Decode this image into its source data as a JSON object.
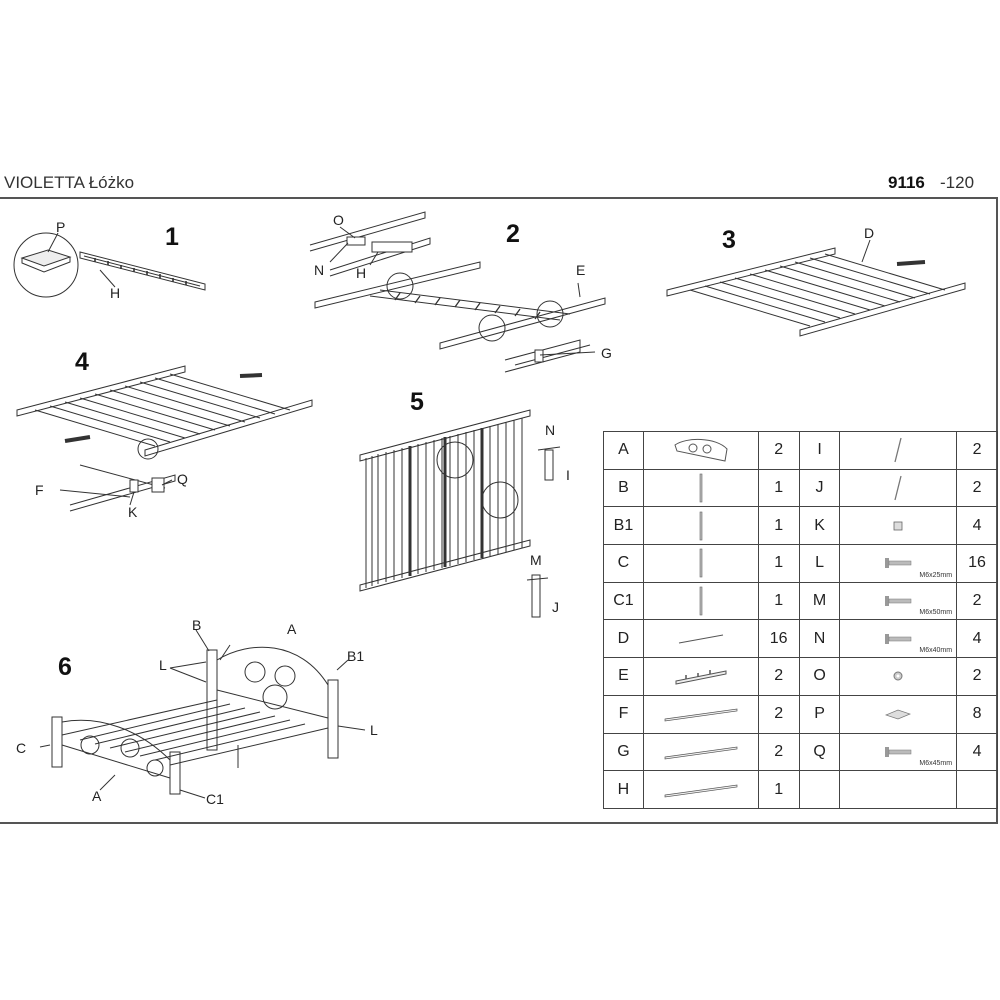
{
  "header": {
    "product_name": "VIOLETTA Łóżko",
    "code": "9116",
    "size_suffix": "-120"
  },
  "steps": [
    "1",
    "2",
    "3",
    "4",
    "5",
    "6"
  ],
  "callouts": {
    "step1": [
      "P",
      "H"
    ],
    "step2": [
      "O",
      "N",
      "H",
      "E",
      "G"
    ],
    "step3": [
      "D"
    ],
    "step4": [
      "F",
      "Q",
      "K"
    ],
    "step5": [
      "N",
      "I",
      "M",
      "J"
    ],
    "step6": [
      "B",
      "A",
      "B1",
      "L",
      "L",
      "C",
      "A",
      "C1"
    ]
  },
  "parts": {
    "rows": [
      {
        "left": {
          "code": "A",
          "qty": "2",
          "icon": "headboard-icon"
        },
        "right": {
          "code": "I",
          "qty": "2",
          "icon": "screw-icon"
        }
      },
      {
        "left": {
          "code": "B",
          "qty": "1",
          "icon": "post-icon"
        },
        "right": {
          "code": "J",
          "qty": "2",
          "icon": "screw-icon"
        }
      },
      {
        "left": {
          "code": "B1",
          "qty": "1",
          "icon": "post-icon"
        },
        "right": {
          "code": "K",
          "qty": "4",
          "icon": "bracket-icon"
        }
      },
      {
        "left": {
          "code": "C",
          "qty": "1",
          "icon": "post-icon"
        },
        "right": {
          "code": "L",
          "qty": "16",
          "icon": "bolt-icon",
          "size": "M6x25mm"
        }
      },
      {
        "left": {
          "code": "C1",
          "qty": "1",
          "icon": "post-icon"
        },
        "right": {
          "code": "M",
          "qty": "2",
          "icon": "bolt-icon",
          "size": "M6x50mm"
        }
      },
      {
        "left": {
          "code": "D",
          "qty": "16",
          "icon": "slat-icon"
        },
        "right": {
          "code": "N",
          "qty": "4",
          "icon": "bolt-icon",
          "size": "M6x40mm"
        }
      },
      {
        "left": {
          "code": "E",
          "qty": "2",
          "icon": "rail-hook-icon"
        },
        "right": {
          "code": "O",
          "qty": "2",
          "icon": "washer-icon"
        }
      },
      {
        "left": {
          "code": "F",
          "qty": "2",
          "icon": "rail-icon"
        },
        "right": {
          "code": "P",
          "qty": "8",
          "icon": "pad-icon"
        }
      },
      {
        "left": {
          "code": "G",
          "qty": "2",
          "icon": "rail-icon"
        },
        "right": {
          "code": "Q",
          "qty": "4",
          "icon": "bolt-icon",
          "size": "M6x45mm"
        }
      },
      {
        "left": {
          "code": "H",
          "qty": "1",
          "icon": "rail-icon"
        },
        "right": {
          "code": "",
          "qty": "",
          "icon": ""
        }
      }
    ]
  }
}
